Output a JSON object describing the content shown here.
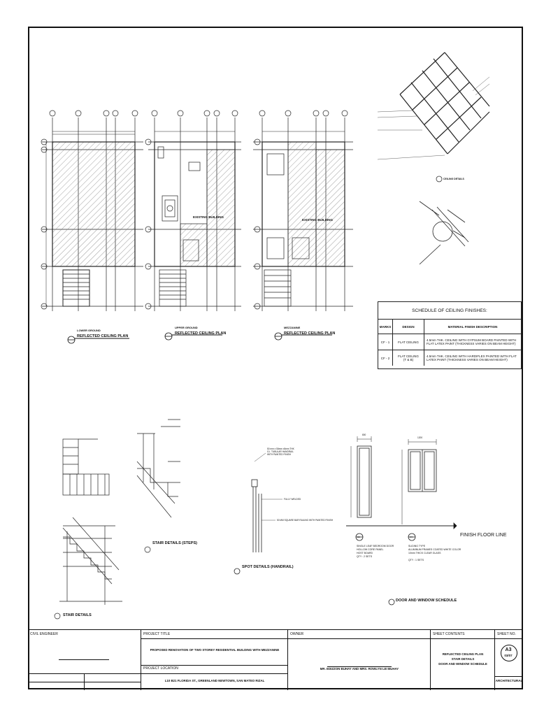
{
  "plans": {
    "lower": {
      "level": "LOWER GROUND",
      "title": "REFLECTED CEILING PLAN"
    },
    "upper": {
      "level": "UPPER GROUND",
      "title": "REFLECTED CEILING PLAN"
    },
    "mezz": {
      "level": "MEZZANINE",
      "title": "REFLECTED CEILING PLAN"
    },
    "existing_building": "EXISTING BUILDING"
  },
  "ceiling_details": {
    "title": "CEILING DETAILS"
  },
  "schedule": {
    "title": "SCHEDULE OF CEILING FINISHES:",
    "headers": [
      "MARKS",
      "DESIGN",
      "MATERIAL FINISH DESCRIPTION"
    ],
    "rows": [
      {
        "mark": "CF - 1",
        "design": "FLAT CEILING",
        "desc": "4.5mm THK. CEILING WITH GYPSUM BOARD PAINTED WITH FLAT LATEX PAINT (THICKNESS VARIES ON BEAM HEIGHT)"
      },
      {
        "mark": "CF - 2",
        "design": "FLAT CEILING\n(T & B)",
        "desc": "4.5mm THK. CEILING WITH HARDIFLEX PAINTED WITH FLAT LATEX PAINT (THICKNESS VARIES ON BEAM HEIGHT)"
      }
    ]
  },
  "details": {
    "stair_details": "STAIR DETAILS",
    "stair_steps": "STAIR DETAILS (STEPS)",
    "spot_handrail": "SPOT DETAILS (HANDRAIL)",
    "door_window": "DOOR AND WINDOW SCHEDULE",
    "finish_floor": "FINISH FLOOR LINE",
    "handrail_note": "50 mm x 50mm x5mm THK\nG.I. TUBULAR HANDRAIL\nWITH PAINTED FINISH",
    "welded_note": "FULLY WELDED",
    "railing_note": "50 MM SQUARE BAR RAILING WITH PAINTED FINISH",
    "door_dim": "800",
    "window_dim": "1200",
    "door_mark": "D2",
    "window_mark": "W4",
    "door_desc": "SINGLE LEAF BEDROOM DOOR\nHOLLOW CORE PANEL\nHOST BOARD\nQTY : 2 SETS",
    "window_desc": "SLIDING TYPE\nALUMINUM FRAMES COATED WHITE COLOR\n10mm THICK CLEAR GLASS\n\nQTY : 1 SETS"
  },
  "title_block": {
    "civil_engineer_label": "CIVIL ENGINEER",
    "project_title_label": "PROJECT TITLE",
    "project_title": "PROPOSED RENOVATION OF TWO STOREY RESIDENTIAL BUILDING WITH MEZZANINE",
    "project_location_label": "PROJECT LOCATION",
    "project_location": "L10 B21 FLORIDA ST.,  GREENLAND NEWTOWN, SAN MATEO RIZAL",
    "owner_label": "OWNER",
    "owner": "MR. EDIZZON BUHAY AND MRS. ROWLYN LEI BUHAY",
    "sheet_contents_label": "SHEET CONTENTS",
    "sheet_contents": [
      "REFLECTED CEILING PLAN",
      "STAIR DETAILS",
      "DOOR AND WINDOW SCHEDULE"
    ],
    "sheet_no_label": "SHEET NO.",
    "sheet_no": "A3",
    "sheet_of": "03/07",
    "discipline": "ARCHITECTURAL"
  }
}
